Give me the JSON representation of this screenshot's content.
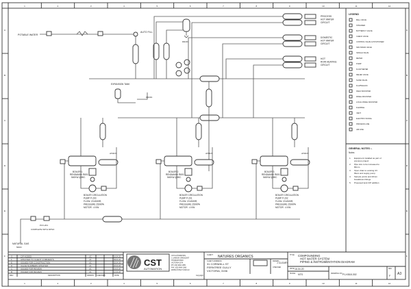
{
  "drawing": {
    "border_zones_top": [
      "1",
      "2",
      "3",
      "4",
      "5",
      "6",
      "7",
      "8",
      "9",
      "10",
      "11",
      "12"
    ],
    "border_zones_side": [
      "A",
      "B",
      "C",
      "D",
      "E",
      "F"
    ],
    "source_labels": {
      "potable_water": "POTABLE WATER",
      "natural_gas": "NATURAL GAS",
      "natural_gas_size": "50DN",
      "auto_fill": "AUTO FILL",
      "drain": "DRAIN",
      "expansion_tank": "EXPANSION TANK",
      "atmos": "ATMOS"
    },
    "circuits": [
      {
        "name": "PROCESS HOT WATER CIRCUIT"
      },
      {
        "name": "DOMESTIC HOT WATER CIRCUIT"
      },
      {
        "name": "HOT ROW HEATING CIRCUIT"
      }
    ],
    "boilers": [
      {
        "name": "BOILER 1",
        "model": "RENDAMAX R601",
        "rating": "540KW @80C",
        "pump": {
          "title": "BOILER CIRCULATION",
          "tag": "PUMP P-200",
          "flow": "FLOW: 23 M3/HR,",
          "pressure": "PRESSURE 250KPA",
          "motor": "MOTOR : 4 KW"
        }
      },
      {
        "name": "BOILER 2",
        "model": "RENDAMAX R601",
        "rating": "540KW @80C",
        "pump": {
          "title": "BOILER CIRCULATION",
          "tag": "PUMP P-201",
          "flow": "FLOW: 23 M3/HR,",
          "pressure": "PRESSURE 250KPA",
          "motor": "MOTOR : 4 KW"
        }
      },
      {
        "name": "BOILER 3",
        "model": "RENDAMAX R601",
        "rating": "540KW @80C",
        "pump": {
          "title": "BOILER CIRCULATION",
          "tag": "PUMP P-202",
          "flow": "FLOW: 23 M3/HR,",
          "pressure": "PRESSURE 250KPA",
          "motor": "MOTOR : 4 KW"
        }
      }
    ],
    "gas_valve": {
      "tag": "PCV-201",
      "note": "COMPLETE WITH DPSO"
    }
  },
  "legend": {
    "title": "LEGEND",
    "items": [
      "BALL VALVE",
      "STRAINER",
      "BUTTERFLY VALVE",
      "CHECK VALVE",
      "CONTROL VALVE & POSITIONER",
      "NRV DRAIN VALVE",
      "SINGLE VALVE",
      "METER",
      "PUMP",
      "FLOW METER",
      "RELIEF VALVE",
      "SLIDE VALVE",
      "FLAPWAGON",
      "FIELD MOUNTED",
      "PANEL MOUNTED",
      "LOCAL PANEL MOUNTED",
      "FLEXIBLE",
      "VENT",
      "ELECTRIC SIGNAL",
      "PROCESS LINE",
      "AIR LINE"
    ]
  },
  "notes": {
    "title": "GENERAL NOTES :-",
    "subtitle": "Notes",
    "items": [
      {
        "n": "1.",
        "text": "Equipment installed as part of previous project"
      },
      {
        "n": "2.",
        "text": "Pipe size to be increased to 80mm"
      },
      {
        "n": "3.",
        "text": "Open drain to existing UV filters and supply pump"
      },
      {
        "n": "4.",
        "text": "Sample points and 20mm breakdown fittings"
      },
      {
        "n": "5.",
        "text": "Proposed tank CIP addition"
      }
    ]
  },
  "revisions": {
    "headers": [
      "REV.",
      "DESCRIPTION",
      "DRAWN",
      "CHECKED",
      "DATE"
    ],
    "rows": [
      {
        "rev": "G",
        "desc": "CIP ADDED",
        "drawn": "JC",
        "checked": "",
        "date": "16.04.20"
      },
      {
        "rev": "F",
        "desc": "UPDATED TO CLIENT COMMENTS",
        "drawn": "JC",
        "checked": "",
        "date": "09.04.20"
      },
      {
        "rev": "E",
        "desc": "ISSUED FOR CONSTRUCTION",
        "drawn": "JC",
        "checked": "",
        "date": "02.04.20"
      },
      {
        "rev": "D",
        "desc": "VALVE NUMBERS UPDATED",
        "drawn": "JC",
        "checked": "",
        "date": "26.03.20"
      },
      {
        "rev": "C",
        "desc": "ISSUED FOR REVIEW",
        "drawn": "JC",
        "checked": "",
        "date": "19.03.20"
      },
      {
        "rev": "B",
        "desc": "ISSUED FOR REVIEW",
        "drawn": "JC",
        "checked": "",
        "date": "12.03.20"
      }
    ]
  },
  "company": {
    "logo_main": "CST",
    "logo_sub": "AUTOMATION",
    "address_lines": [
      "CST AUTOMATION",
      "1 LAWSON CRESCENT",
      "THOMASTOWN",
      "VICTORIA 3074",
      "PH: (03) 9464 1055",
      "FAX: (03) 9464 1066",
      "WWW.CSTAUT.COM.AU"
    ],
    "copyright": "Copyright"
  },
  "title_block": {
    "client_label": "CLIENT",
    "client": "NATURES ORGANICS",
    "client_address_label": "CLIENT ADDRESS",
    "address": [
      "31 CORNHILL ST",
      "FERNTREE GULLY",
      "VICTORIA, 3156"
    ],
    "drawn_label": "DRAWN",
    "drawn_by": "J CLEARY",
    "checked_label": "CHECKED",
    "title_label": "TITLE",
    "title_lines": [
      "COMPOUNDING",
      "HOT WATER SYSTEM",
      "PIPING & INSTRUMENTATION DIAGRAM"
    ],
    "date_label": "DATE",
    "date": "16.04.20",
    "scale_label": "SCALE",
    "scale": "NTS",
    "drawing_no_label": "DRAWING NO.",
    "drawing_no": "P1-K818-302",
    "rev_label": "REV",
    "rev": "F",
    "size": "A3"
  }
}
